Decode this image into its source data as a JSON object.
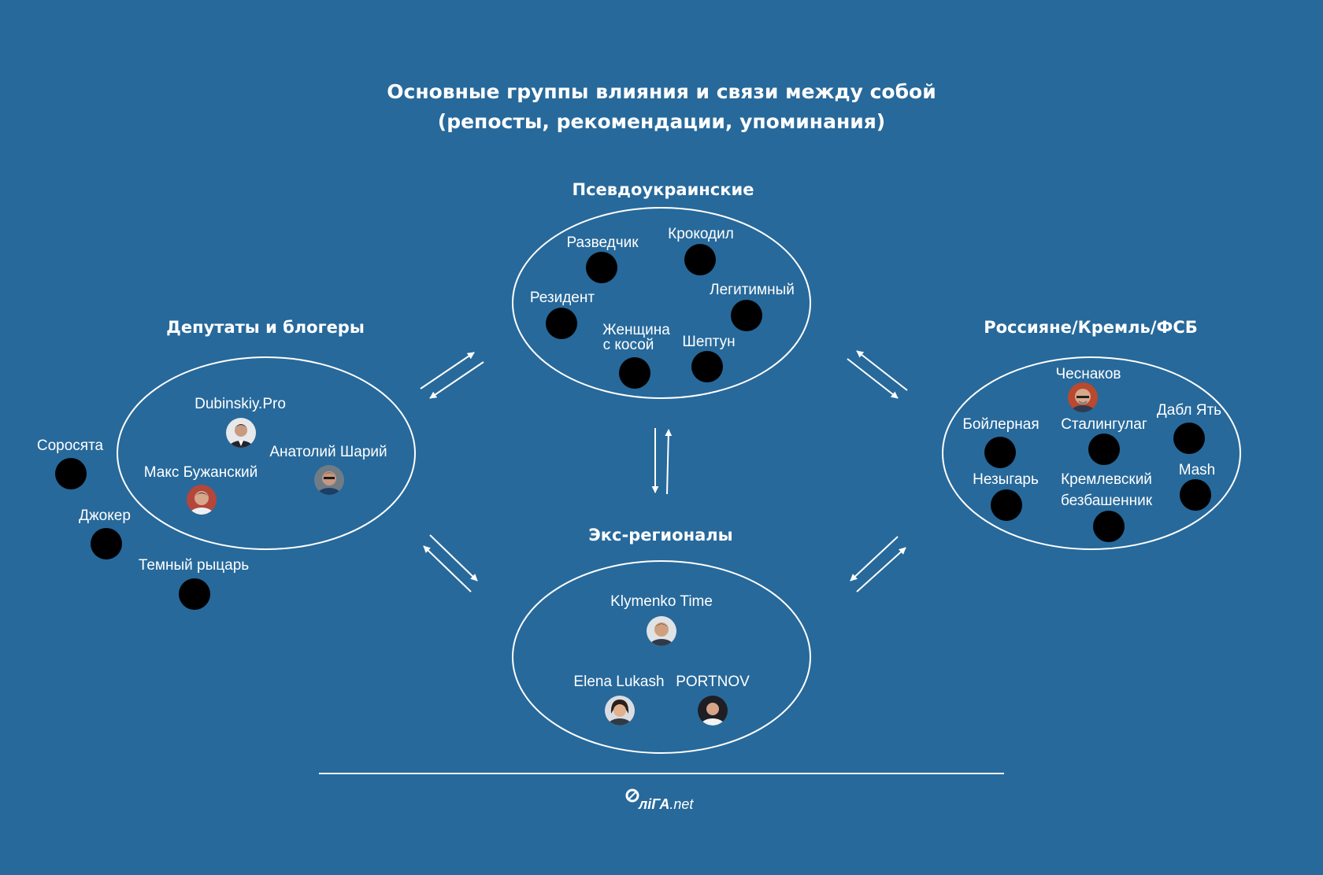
{
  "title": {
    "line1": "Основные группы влияния и связи между собой",
    "line2": "(репосты, рекомендации, упоминания)"
  },
  "groups": {
    "pseudo": {
      "name": "Псевдоукраинские",
      "members": {
        "razvedchik": "Разведчик",
        "krokodil": "Крокодил",
        "rezident": "Резидент",
        "legitimny": "Легитимный",
        "zhenshchina_line1": "Женщина",
        "zhenshchina_line2": "с косой",
        "sheptun": "Шептун"
      }
    },
    "deputies": {
      "name": "Депутаты и блогеры",
      "members": {
        "dubinskiy": "Dubinskiy.Pro",
        "shariy": "Анатолий Шарий",
        "buzhansky": "Макс Бужанский"
      },
      "outside": {
        "sorosyata": "Соросята",
        "dzhoker": "Джокер",
        "temny": "Темный рыцарь"
      }
    },
    "russians": {
      "name": "Россияне/Кремль/ФСБ",
      "members": {
        "chesnakov": "Чеснаков",
        "boylernaya": "Бойлерная",
        "stalingulag": "Сталингулаг",
        "dabl": "Дабл Ять",
        "nezygar": "Незыгарь",
        "kreml_line1": "Кремлевский",
        "kreml_line2": "безбашенник",
        "mash": "Mash"
      }
    },
    "exreg": {
      "name": "Экс-регионалы",
      "members": {
        "klymenko": "Klymenko Time",
        "lukash": "Elena Lukash",
        "portnov": "PORTNOV"
      }
    }
  },
  "footer": {
    "logo_main": "ліГА",
    "logo_suffix": ".net"
  },
  "colors": {
    "background": "#27699b",
    "stroke": "#ffffff",
    "node": "#000000"
  }
}
